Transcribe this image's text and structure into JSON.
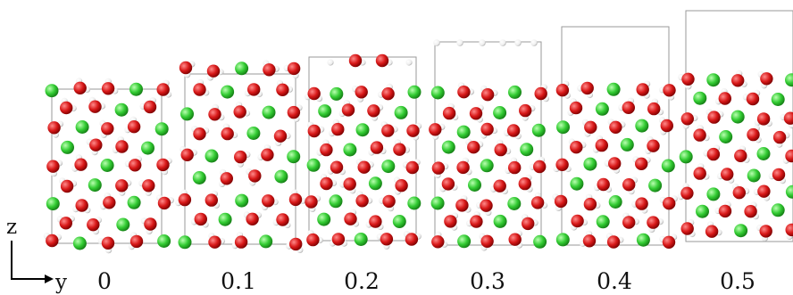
{
  "axes": {
    "z_label": "z",
    "y_label": "y"
  },
  "panels": [
    {
      "label": "0"
    },
    {
      "label": "0.1"
    },
    {
      "label": "0.2"
    },
    {
      "label": "0.3"
    },
    {
      "label": "0.4"
    },
    {
      "label": "0.5"
    }
  ],
  "colors": {
    "oxygen": "#d81818",
    "chlorine": "#33cc33",
    "hydrogen": "#f2f2f2",
    "cell_border": "#9a9a9a"
  }
}
